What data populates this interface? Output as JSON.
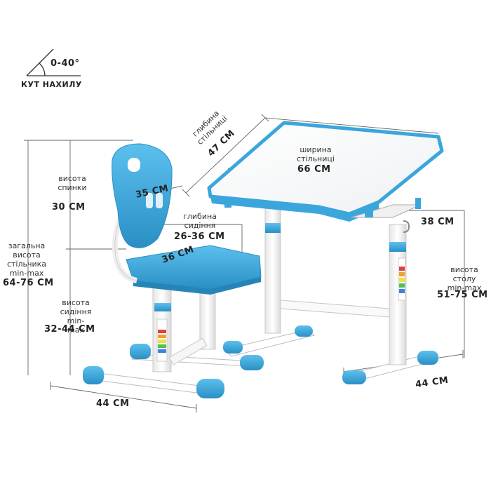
{
  "tilt": {
    "angle": "0-40°",
    "label": "КУТ НАХИЛУ"
  },
  "backrest_height": {
    "label": "висота спинки",
    "value": "30 СМ"
  },
  "chair_total_height": {
    "label": "загальна висота стільчика min-max",
    "value": "64-76 СМ"
  },
  "seat_height": {
    "label": "висота сидіння min-max",
    "value": "32-44 СМ"
  },
  "chair_base_width": {
    "value": "44 СМ"
  },
  "backrest_width": {
    "value": "35 СМ"
  },
  "seat_depth": {
    "label": "глибина сидіння",
    "value": "26-36 СМ"
  },
  "seat_width": {
    "value": "36 СМ"
  },
  "desktop_depth": {
    "label": "глибина стільниці",
    "value": "47 СМ"
  },
  "desktop_width": {
    "label": "ширина стільниці",
    "value": "66 СМ"
  },
  "shelf_depth": {
    "value": "38 СМ"
  },
  "desk_height": {
    "label": "висота столу min-max",
    "value": "51-75 СМ"
  },
  "desk_base_width": {
    "value": "44 СМ"
  },
  "colors": {
    "accent": "#3aa6dc",
    "accent_dark": "#2a8fc4",
    "frame": "#f4f4f4",
    "line": "#555555"
  }
}
